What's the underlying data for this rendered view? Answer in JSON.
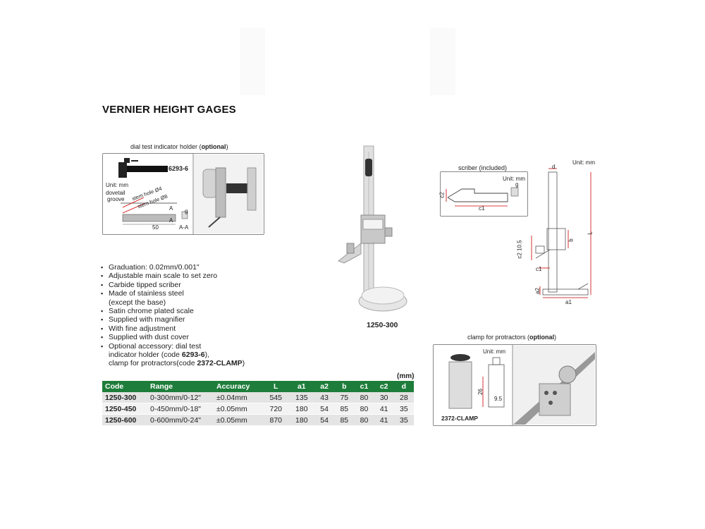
{
  "title": "VERNIER HEIGHT GAGES",
  "holder": {
    "caption_prefix": "dial test indicator holder (",
    "caption_bold": "optional",
    "caption_suffix": ")",
    "code": "6293-6",
    "unit": "Unit: mm",
    "dovetail": "dovetail",
    "groove": "groove",
    "stem_hole_4": "stem hole Ø4",
    "stem_hole_8": "stem hole Ø8",
    "dim_50": "50",
    "dim_g": "g",
    "dim_a1": "A",
    "dim_a2": "A",
    "section": "A-A"
  },
  "product_label": "1250-300",
  "scriber": {
    "caption": "scriber (included)",
    "unit": "Unit: mm",
    "c2": "c2",
    "c1": "c1",
    "g": "g"
  },
  "drawing": {
    "unit": "Unit: mm",
    "d": "d",
    "L": "L",
    "b": "b",
    "c2_105": "c2 10.5",
    "c1": "c1",
    "a2": "a2",
    "a1": "a1"
  },
  "clamp": {
    "caption_prefix": "clamp for protractors (",
    "caption_bold": "optional",
    "caption_suffix": ")",
    "unit": "Unit: mm",
    "dim_26": "26",
    "dim_95": "9.5",
    "code": "2372-CLAMP"
  },
  "features": [
    "Graduation: 0.02mm/0.001\"",
    "Adjustable main scale to set zero",
    "Carbide tipped scriber",
    "Made of stainless steel",
    "(except the base)",
    "Satin chrome plated scale",
    "Supplied with magnifier",
    "With fine adjustment",
    "Supplied with dust cover",
    "Optional accessory: dial test",
    "indicator holder (code ",
    "6293-6",
    "),",
    "clamp for protractors(code ",
    "2372-CLAMP",
    ")"
  ],
  "table": {
    "unit": "(mm)",
    "headers": [
      "Code",
      "Range",
      "Accuracy",
      "L",
      "a1",
      "a2",
      "b",
      "c1",
      "c2",
      "d"
    ],
    "rows": [
      [
        "1250-300",
        "0-300mm/0-12\"",
        "±0.04mm",
        "545",
        "135",
        "43",
        "75",
        "80",
        "30",
        "28"
      ],
      [
        "1250-450",
        "0-450mm/0-18\"",
        "±0.05mm",
        "720",
        "180",
        "54",
        "85",
        "80",
        "41",
        "35"
      ],
      [
        "1250-600",
        "0-600mm/0-24\"",
        "±0.05mm",
        "870",
        "180",
        "54",
        "85",
        "80",
        "41",
        "35"
      ]
    ]
  },
  "colors": {
    "header_green": "#1e7d3a",
    "row_grey": "#e4e4e4"
  }
}
